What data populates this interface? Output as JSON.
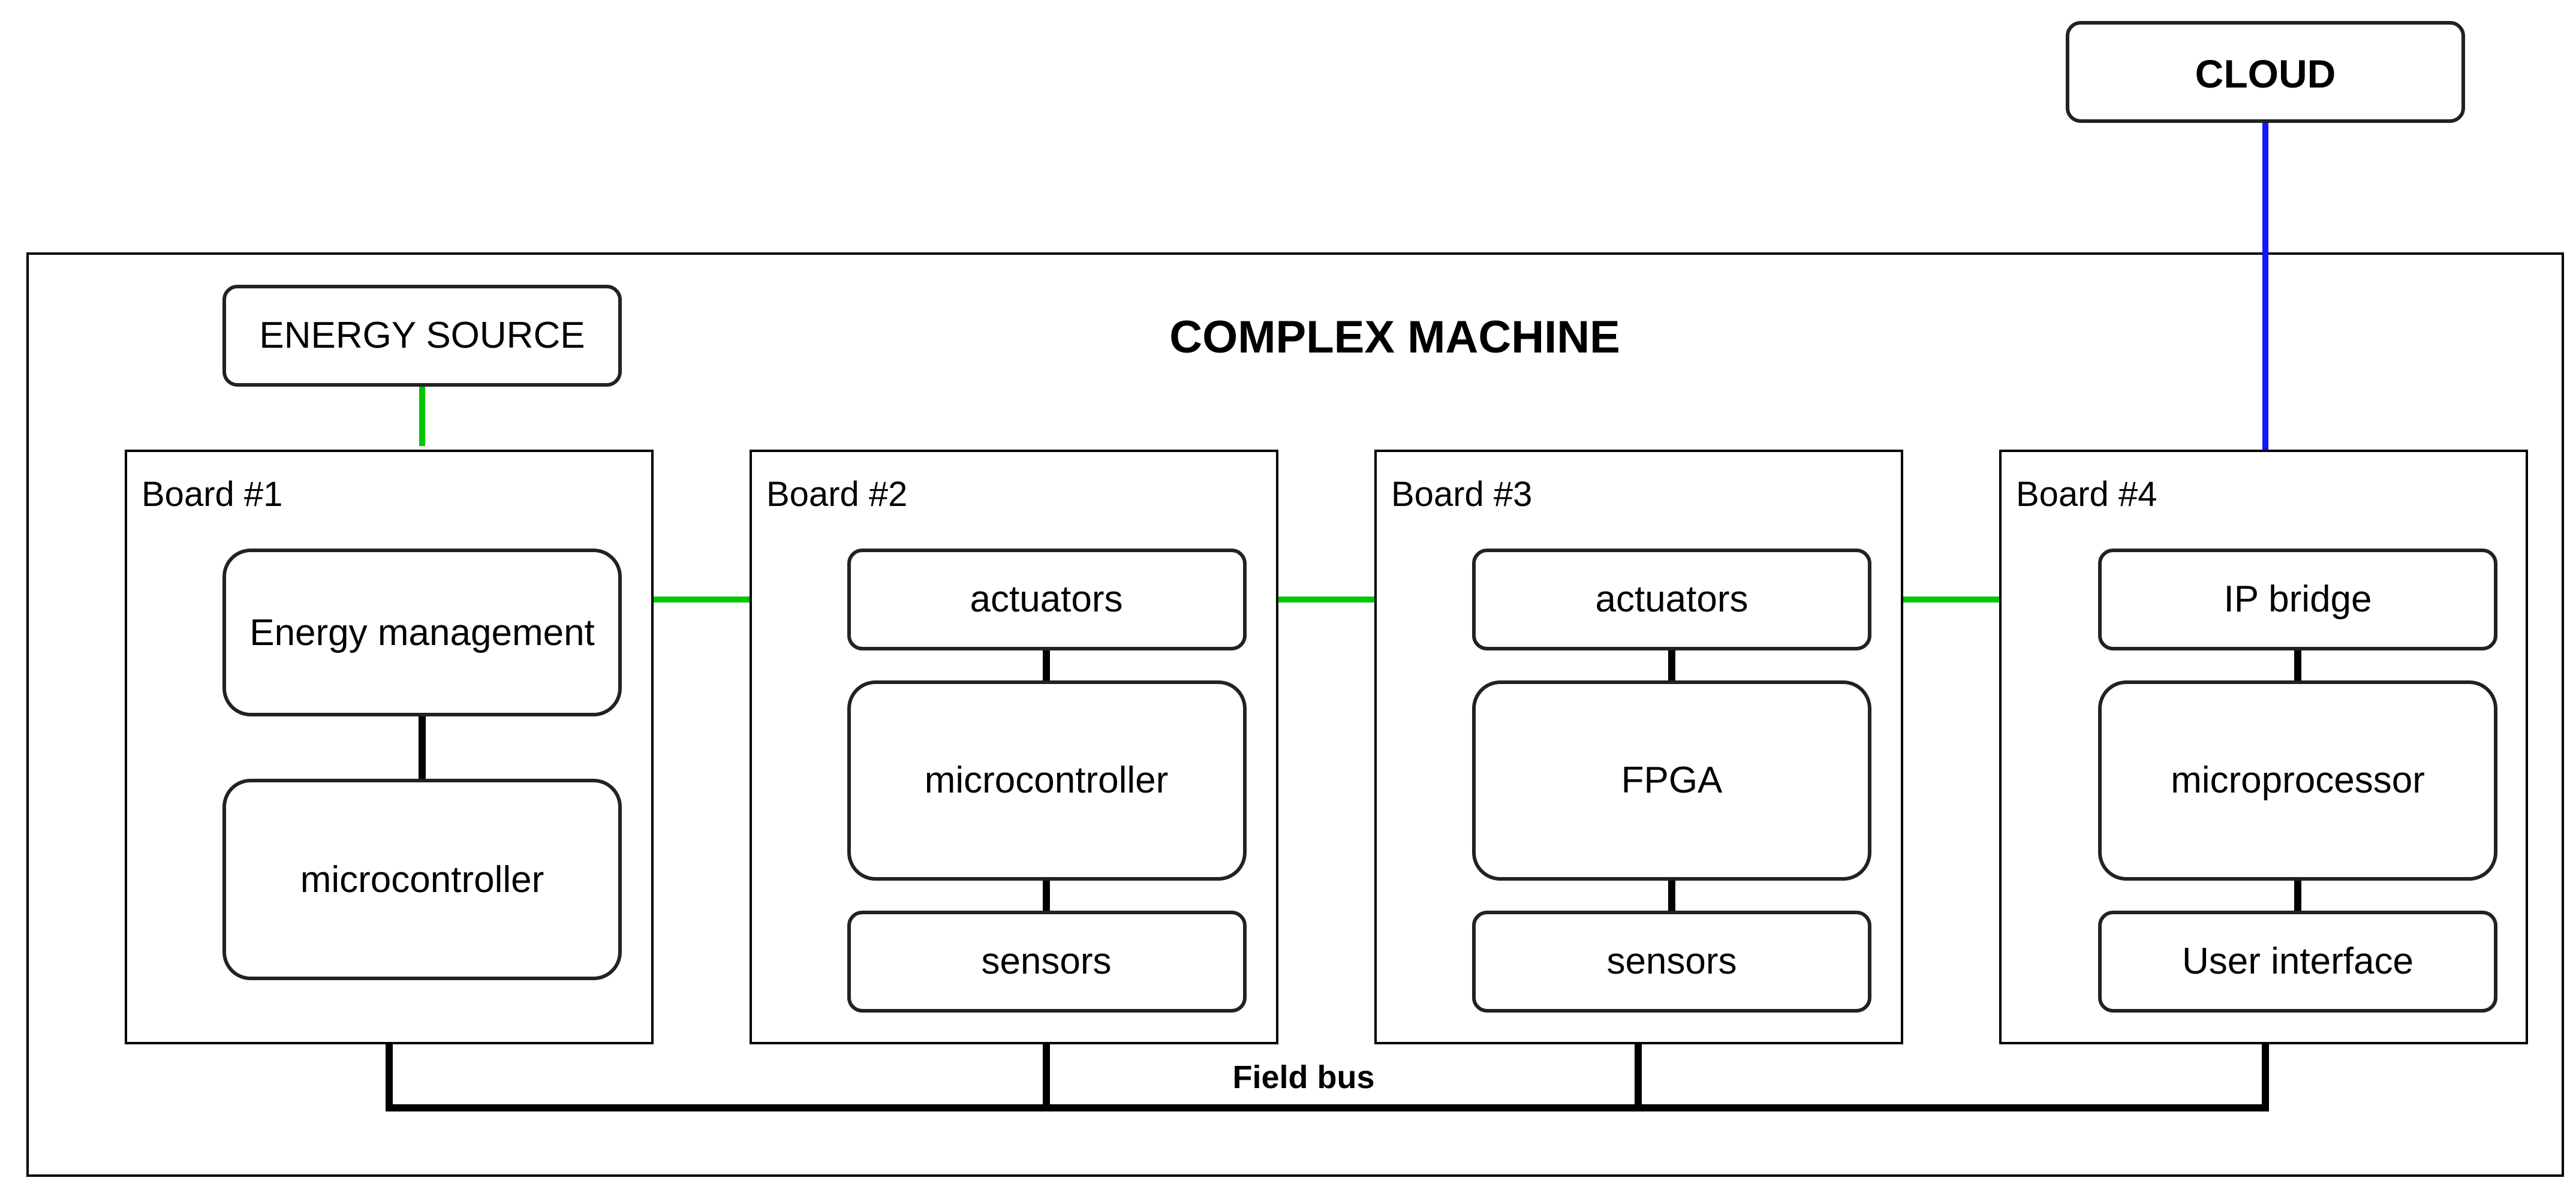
{
  "cloud": {
    "label": "CLOUD"
  },
  "machine": {
    "title": "COMPLEX MACHINE"
  },
  "energy_source": {
    "label": "ENERGY SOURCE"
  },
  "boards": [
    {
      "title": "Board #1",
      "components": [
        "Energy management",
        "microcontroller"
      ]
    },
    {
      "title": "Board #2",
      "components": [
        "actuators",
        "microcontroller",
        "sensors"
      ]
    },
    {
      "title": "Board #3",
      "components": [
        "actuators",
        "FPGA",
        "sensors"
      ]
    },
    {
      "title": "Board #4",
      "components": [
        "IP bridge",
        "microprocessor",
        "User interface"
      ]
    }
  ],
  "bus": {
    "label": "Field bus"
  },
  "colors": {
    "power_link": "#00c800",
    "cloud_link": "#1414ff",
    "bus": "#000000"
  }
}
